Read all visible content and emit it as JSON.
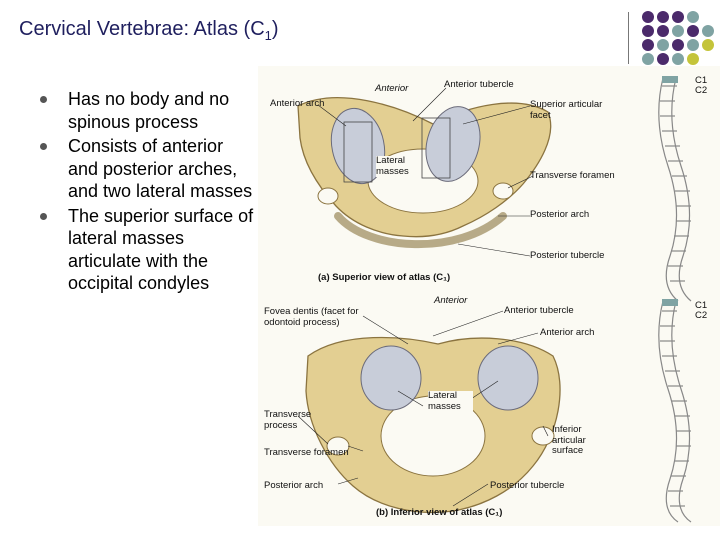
{
  "slide": {
    "title_main": "Cervical Vertebrae:  Atlas (C",
    "title_sub": "1",
    "title_end": ")",
    "bullets": [
      "Has no body and no spinous process",
      "Consists of anterior and posterior arches, and two lateral masses",
      "The superior surface of lateral masses articulate with the occipital condyles"
    ]
  },
  "figure_a": {
    "anterior": "Anterior",
    "anterior_tubercle": "Anterior tubercle",
    "anterior_arch": "Anterior arch",
    "superior_articular_facet": "Superior articular facet",
    "lateral_masses": "Lateral masses",
    "transverse_foramen": "Transverse foramen",
    "posterior_arch": "Posterior arch",
    "posterior_tubercle": "Posterior tubercle",
    "caption": "(a) Superior view of atlas (C₁)"
  },
  "figure_b": {
    "anterior": "Anterior",
    "fovea_dentis": "Fovea dentis (facet for odontoid process)",
    "anterior_tubercle": "Anterior tubercle",
    "anterior_arch": "Anterior arch",
    "lateral_masses": "Lateral masses",
    "transverse_process": "Transverse process",
    "inferior_articular_surface": "Inferior articular surface",
    "transverse_foramen": "Transverse foramen",
    "posterior_arch": "Posterior arch",
    "posterior_tubercle": "Posterior tubercle",
    "caption": "(b) Inferior view of atlas (C₁)"
  },
  "spine_labels": {
    "c1_top": "C1",
    "c2_top": "C2",
    "c1_bottom": "C1",
    "c2_bottom": "C2"
  },
  "colors": {
    "title": "#1f1f5e",
    "purple": "#4b2a6b",
    "teal": "#7fa3a3",
    "olive": "#c4c43a",
    "bone": "#e3cf92",
    "facet": "#c8cdd9"
  }
}
